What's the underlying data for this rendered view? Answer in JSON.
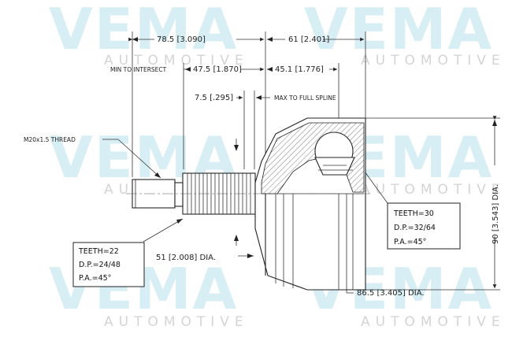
{
  "watermark": {
    "brand": "VEMA",
    "subtitle": "AUTOMOTIVE",
    "color": "#d7eef4"
  },
  "dimensions": {
    "top_left": "78.5 [3.090]",
    "top_right": "61 [2.401]",
    "min_to_intersect_label": "MIN TO INTERSECT",
    "mid_left": "47.5 [1.870]",
    "mid_right": "45.1 [1.776]",
    "small_left": "7.5 [.295]",
    "max_to_full_spline_label": "MAX TO FULL SPLINE",
    "thread_label": "M20x1.5 THREAD",
    "shaft_dia": "51 [2.008] DIA.",
    "bell_dia": "86.5 [3.405] DIA.",
    "overall_dia": "90 [3.543] DIA."
  },
  "spline_outer": {
    "teeth": "TEETH=22",
    "dp": "D.P.=24/48",
    "pa": "P.A.=45°"
  },
  "spline_inner": {
    "teeth": "TEETH=30",
    "dp": "D.P.=32/64",
    "pa": "P.A.=45°"
  }
}
